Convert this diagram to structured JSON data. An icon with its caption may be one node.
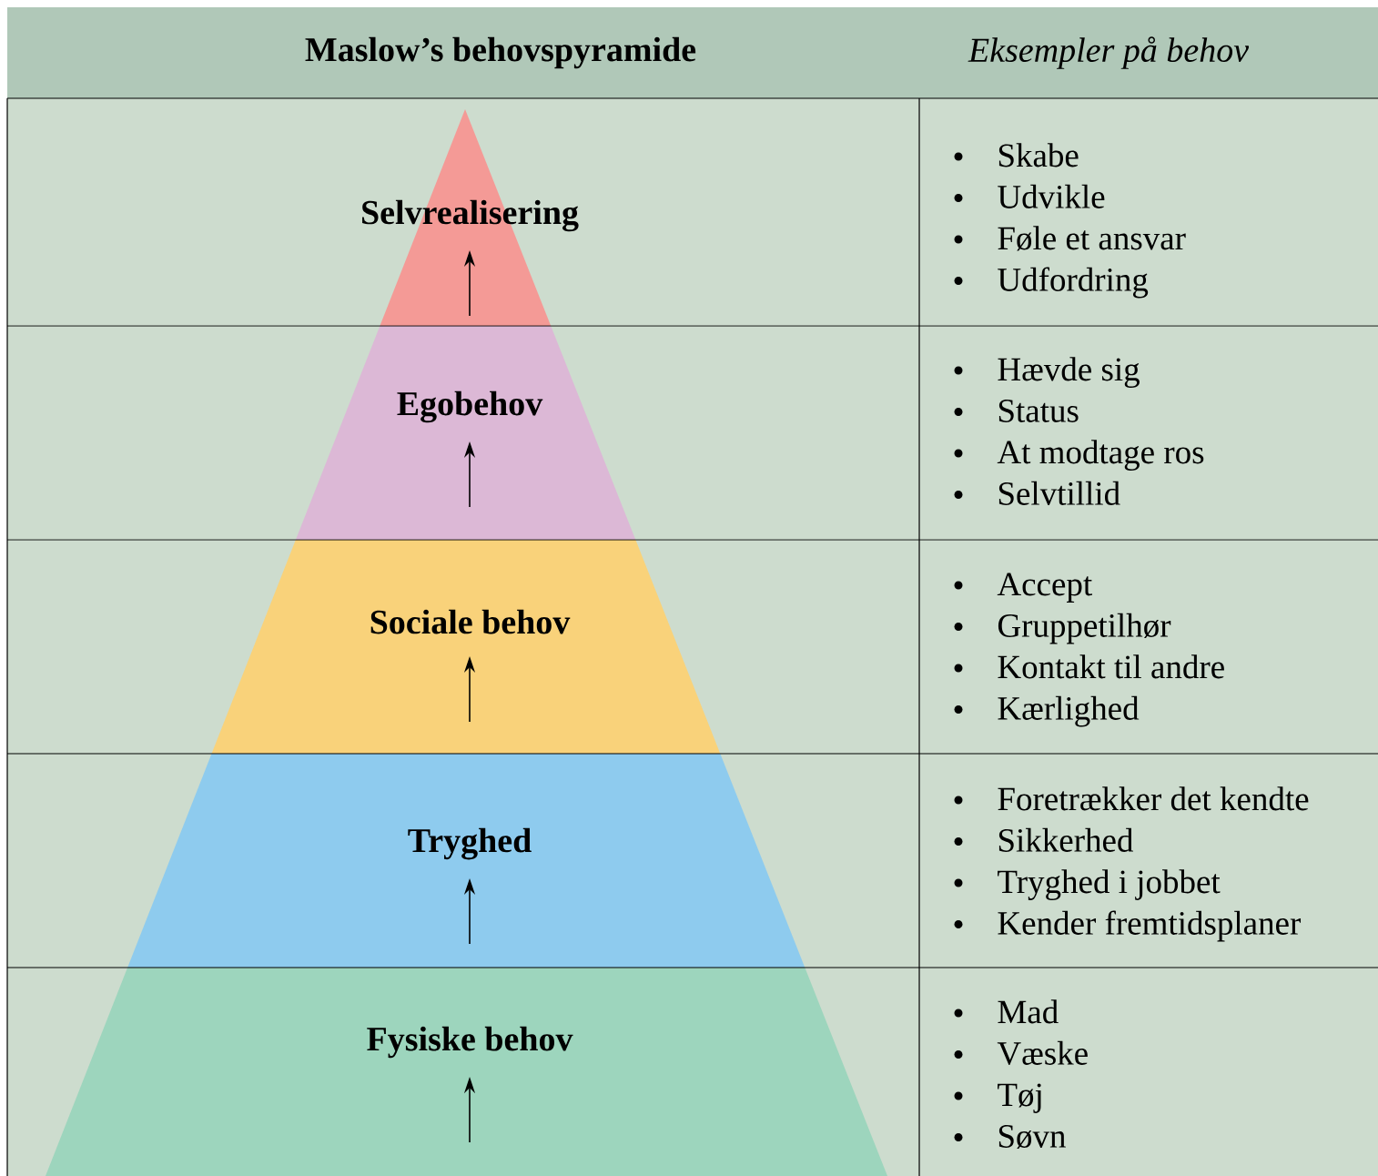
{
  "diagram": {
    "nodes": [
      {
        "text": [
          "Selvrealisering"
        ]
      },
      {
        "text": [
          "Egobehov"
        ]
      },
      {
        "text": [
          "Sociale behov"
        ]
      },
      {
        "text": [
          "Tryghed"
        ]
      },
      {
        "text": [
          "Fysiske behov"
        ]
      }
    ],
    "labels": [
      "Maslow’s behovspyramide",
      "Eksempler på behov",
      "Skabe",
      "Udvikle",
      "Føle et ansvar",
      "Udfordring",
      "Hævde sig",
      "Status",
      "At modtage ros",
      "Selvtillid",
      "Accept",
      "Gruppetilhør",
      "Kontakt til andre",
      "Kærlighed",
      "Foretrækker det kendte",
      "Sikkerhed",
      "Tryghed i jobbet",
      "Kender fremtidsplaner",
      "Mad",
      "Væske",
      "Tøj",
      "Søvn"
    ]
  }
}
